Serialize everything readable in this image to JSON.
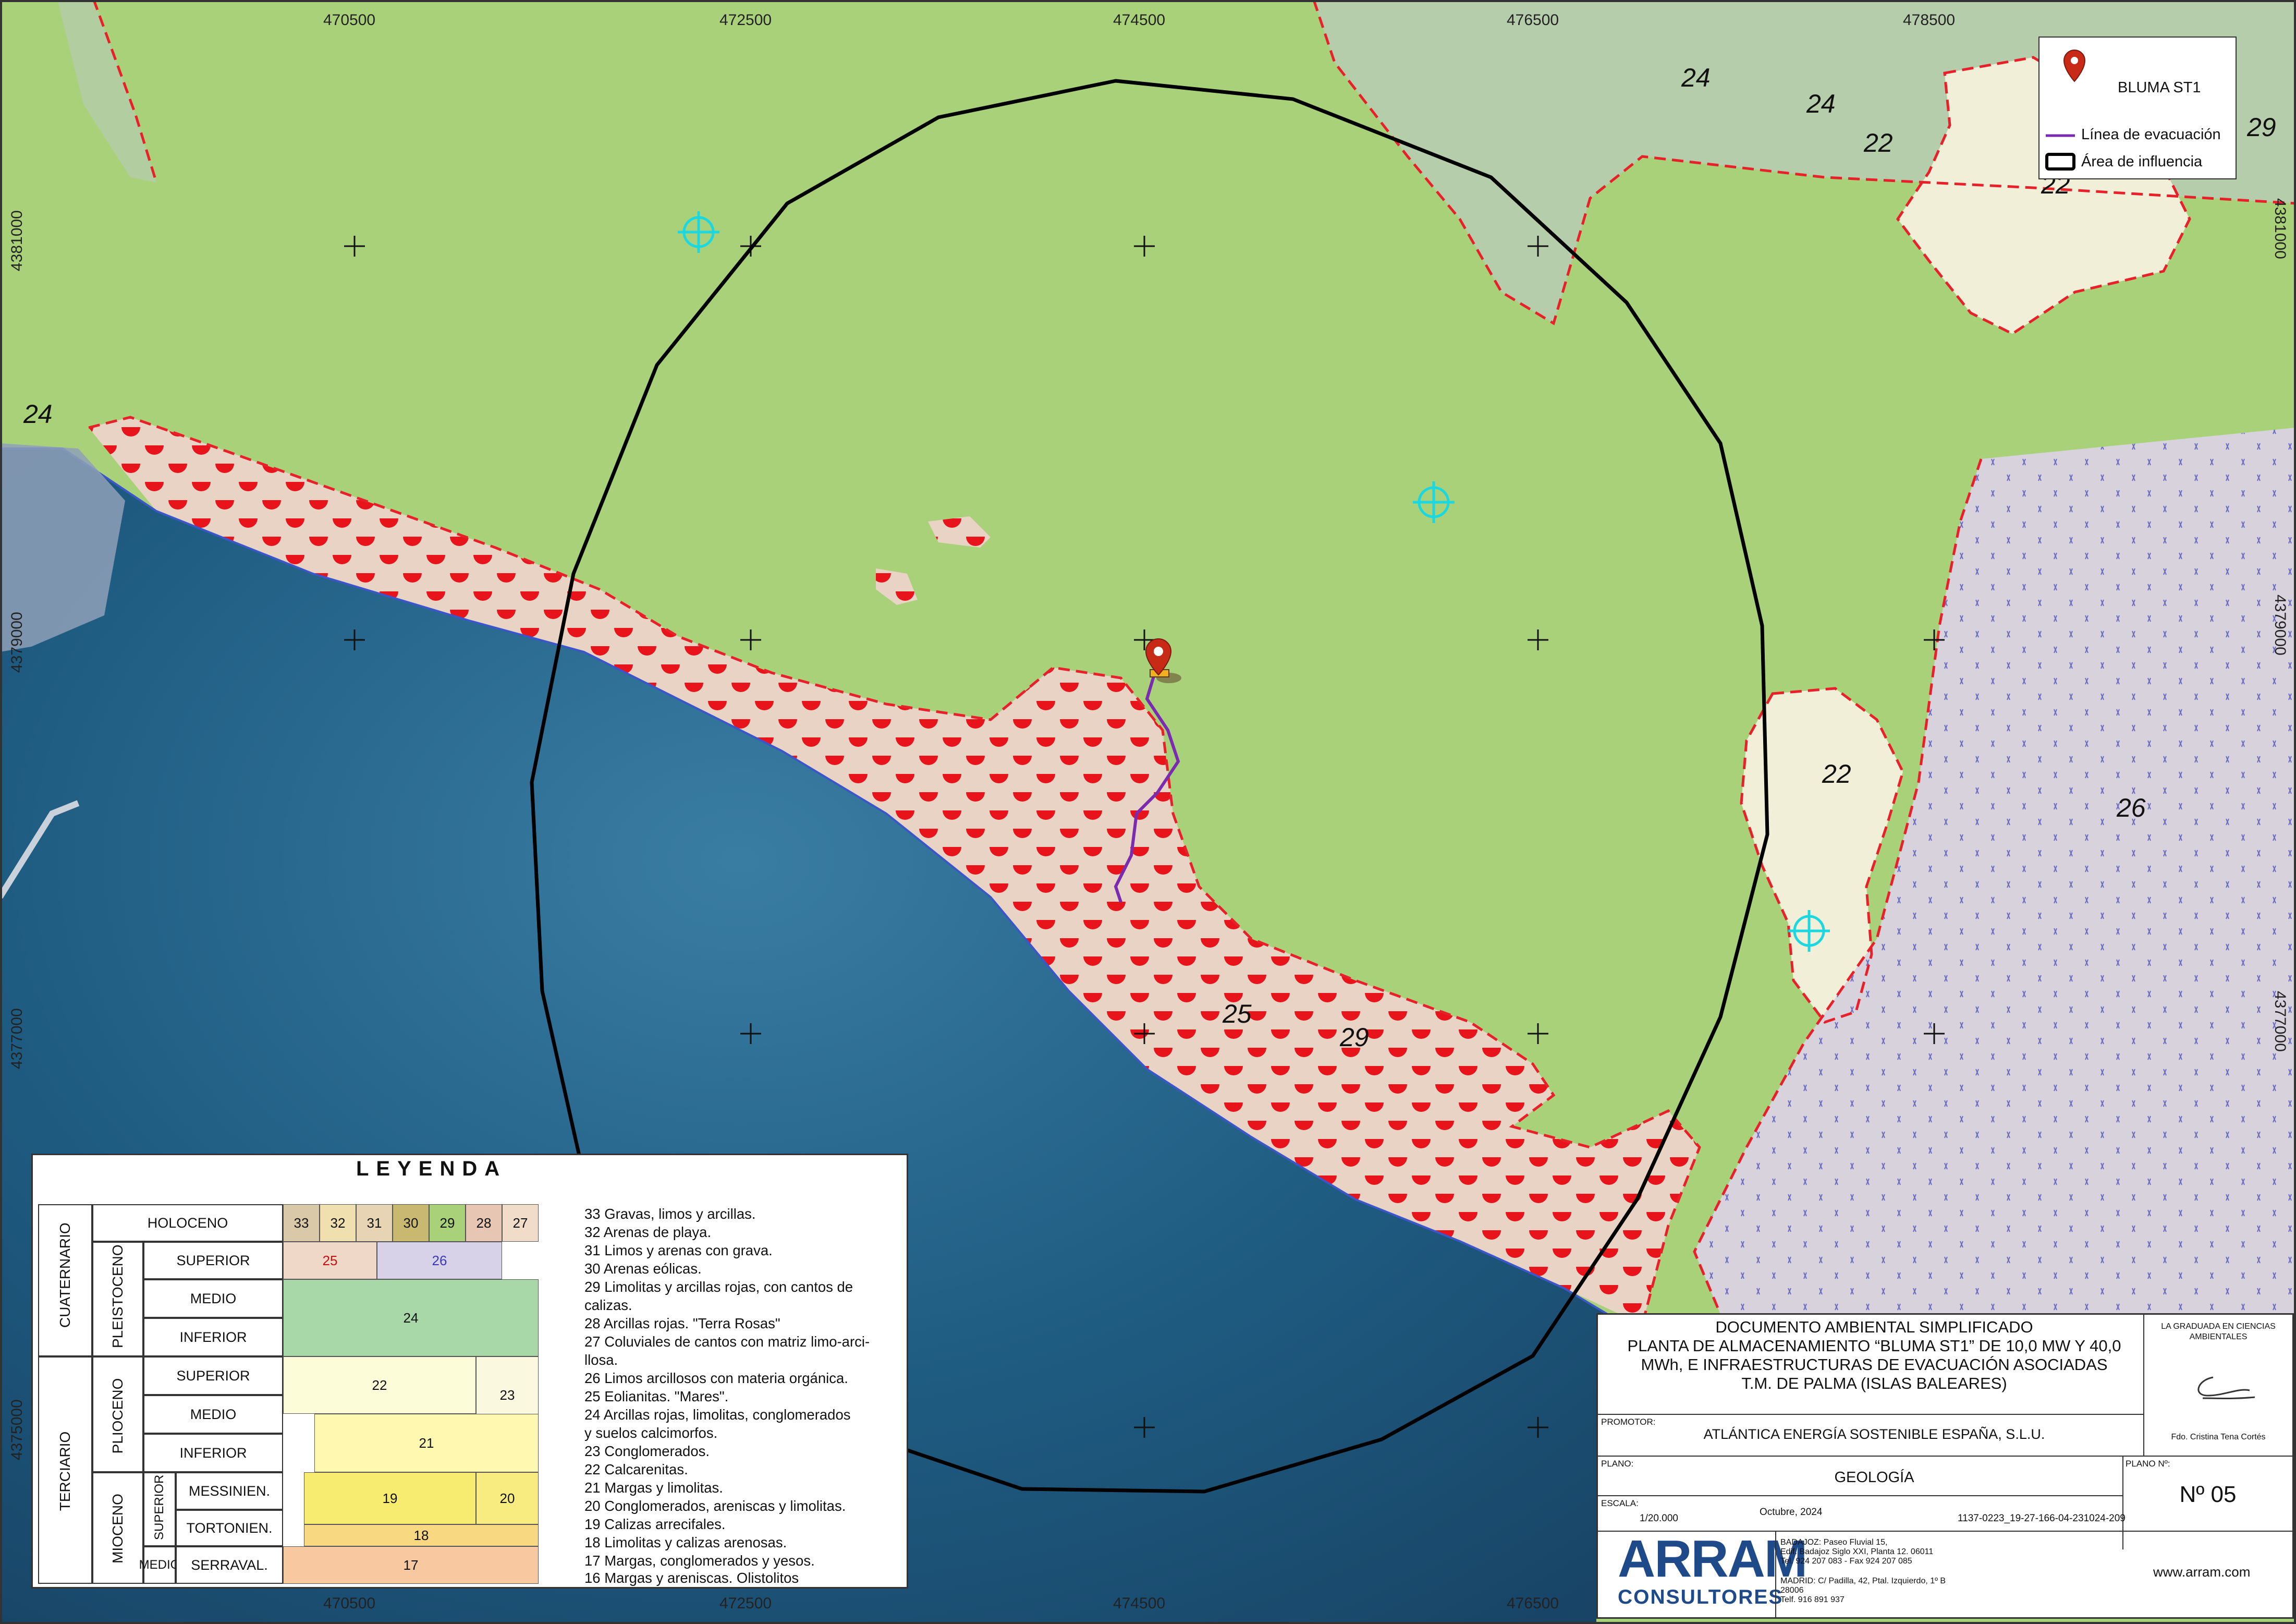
{
  "map": {
    "top_x_coords": [
      "470500",
      "472500",
      "474500",
      "476500",
      "478500"
    ],
    "bottom_x_coords": [
      "470500",
      "472500",
      "474500",
      "476500"
    ],
    "left_y_coords": [
      "4381000",
      "4379000",
      "4377000",
      "4375000"
    ],
    "right_y_coords": [
      "4381000",
      "4379000",
      "4377000"
    ],
    "geology_labels": [
      "24",
      "24",
      "22",
      "22",
      "29",
      "24",
      "22",
      "26",
      "25",
      "29"
    ],
    "colors": {
      "holocene_green": "#a9d17a",
      "terra_rosa_red": "#e8141c",
      "calcarenite_cream": "#f2efd8",
      "limos_lavender": "#cfc9dc",
      "sea_blue": "#2b6a92",
      "influence_line": "#000000",
      "evacuation_line": "#7a2bb0",
      "contact_line": "#e8202a"
    }
  },
  "map_legend": {
    "marker_label": "BLUMA ST1",
    "evac_label": "Línea de evacuación",
    "area_label": "Área de influencia"
  },
  "leyenda": {
    "title": "LEYENDA",
    "era_cuaternario": "CUATERNARIO",
    "era_terciario": "TERCIARIO",
    "per_pleistoceno": "PLEISTOCENO",
    "per_plioceno": "PLIOCENO",
    "per_mioceno": "MIOCENO",
    "holoceno": "HOLOCENO",
    "superior": "SUPERIOR",
    "medio": "MEDIO",
    "inferior": "INFERIOR",
    "sup_small": "SUPERIOR",
    "messinien": "MESSINIEN.",
    "tortonien": "TORTONIEN.",
    "serraval": "SERRAVAL.",
    "units": {
      "u33": "33",
      "u32": "32",
      "u31": "31",
      "u30": "30",
      "u29": "29",
      "u28": "28",
      "u27": "27",
      "u25": "25",
      "u26": "26",
      "u24": "24",
      "u22": "22",
      "u23": "23",
      "u21": "21",
      "u19": "19",
      "u20": "20",
      "u18": "18",
      "u17": "17"
    },
    "descriptions": [
      "33 Gravas, limos y arcillas.",
      "32 Arenas de playa.",
      "31 Limos y arenas con grava.",
      "30 Arenas eólicas.",
      "29 Limolitas y arcillas rojas, con cantos de",
      "     calizas.",
      "28 Arcillas rojas. \"Terra Rosas\"",
      "27 Coluviales de cantos con matriz limo-arci-",
      "     llosa.",
      "26 Limos arcillosos con materia orgánica.",
      "25 Eolianitas. \"Mares\".",
      "24 Arcillas rojas, limolitas, conglomerados",
      "     y suelos calcimorfos.",
      "23 Conglomerados.",
      "22 Calcarenitas.",
      "21 Margas y limolitas.",
      "20 Conglomerados, areniscas y limolitas.",
      "19 Calizas arrecifales.",
      "18 Limolitas y calizas arenosas.",
      "17 Margas, conglomerados y yesos.",
      "16 Margas y areniscas. Olistolitos"
    ]
  },
  "titleblock": {
    "line1": "DOCUMENTO AMBIENTAL SIMPLIFICADO",
    "line2": "PLANTA DE ALMACENAMIENTO “BLUMA ST1” DE 10,0 MW Y 40,0",
    "line3": "MWh, E INFRAESTRUCTURAS DE EVACUACIÓN ASOCIADAS",
    "line4": "T.M. DE PALMA (ISLAS BALEARES)",
    "signer_title_1": "LA GRADUADA EN CIENCIAS",
    "signer_title_2": "AMBIENTALES",
    "signer_name": "Fdo. Cristina Tena Cortés",
    "promotor_label": "PROMOTOR:",
    "promotor": "ATLÁNTICA ENERGÍA SOSTENIBLE ESPAÑA, S.L.U.",
    "plano_label": "PLANO:",
    "plano": "GEOLOGÍA",
    "plano_n_label": "PLANO Nº:",
    "plano_n": "Nº 05",
    "escala_label": "ESCALA:",
    "escala": "1/20.000",
    "fecha": "Octubre, 2024",
    "codigo": "1137-0223_19-27-166-04-231024-209",
    "logo_1": "ARRAM",
    "logo_2": "CONSULTORES",
    "addr_1": "BADAJOZ: Paseo Fluvial 15,",
    "addr_2": "Edif. Badajoz Siglo XXI, Planta 12. 06011",
    "addr_3": "Tel. 924 207 083 - Fax 924 207 085",
    "addr_4": "MADRID: C/ Padilla, 42, Ptal. Izquierdo, 1º B",
    "addr_5": "28006",
    "addr_6": "Telf. 916 891 937",
    "web": "www.arram.com"
  }
}
